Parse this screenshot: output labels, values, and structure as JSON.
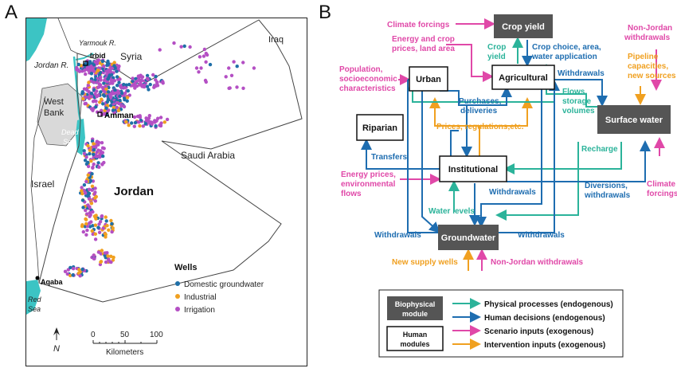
{
  "panels": {
    "a": "A",
    "b": "B"
  },
  "map": {
    "labels": {
      "iraq": "Iraq",
      "syria": "Syria",
      "yarmouk": "Yarmouk R.",
      "jordan_river": "Jordan R.",
      "irbid": "Irbid",
      "west_bank_1": "West",
      "west_bank_2": "Bank",
      "amman": "Amman",
      "dead_sea_1": "Dead",
      "dead_sea_2": "Sea",
      "saudi": "Saudi Arabia",
      "israel": "Israel",
      "jordan": "Jordan",
      "aqaba": "Aqaba",
      "red_sea_1": "Red",
      "red_sea_2": "Sea"
    },
    "legend": {
      "title": "Wells",
      "items": [
        {
          "label": "Domestic groundwater",
          "color": "#1f6fa8"
        },
        {
          "label": "Industrial",
          "color": "#f0a020"
        },
        {
          "label": "Irrigation",
          "color": "#b44fc4"
        }
      ]
    },
    "north": "N",
    "scale": {
      "ticks": [
        "0",
        "50",
        "100"
      ],
      "unit": "Kilometers"
    },
    "colors": {
      "water": "#3cc4c4",
      "wb": "#d9d9d9"
    }
  },
  "diagram": {
    "colors": {
      "physical": "#2bb39a",
      "human": "#1e6db0",
      "scenario": "#e048a8",
      "intervention": "#f0a020",
      "biophysical_fill": "#555555"
    },
    "nodes": {
      "crop_yield": "Crop yield",
      "urban": "Urban",
      "agricultural": "Agricultural",
      "riparian": "Riparian",
      "surface_water": "Surface water",
      "institutional": "Institutional",
      "groundwater": "Groundwater"
    },
    "labels": {
      "climate_forcings_top": "Climate forcings",
      "energy_crop_1": "Energy and crop",
      "energy_crop_2": "prices, land area",
      "population_1": "Population,",
      "population_2": "socioeconomic",
      "population_3": "characteristics",
      "crop_yield_lbl_1": "Crop",
      "crop_yield_lbl_2": "yield",
      "crop_choice_1": "Crop choice, area,",
      "crop_choice_2": "water application",
      "non_jordan_top_1": "Non-Jordan",
      "non_jordan_top_2": "withdrawals",
      "pipeline_1": "Pipeline",
      "pipeline_2": "capacities,",
      "pipeline_3": "new sources",
      "withdrawals_ag": "Withdrawals",
      "purchases_1": "Purchases,",
      "purchases_2": "deliveries",
      "flows_1": "Flows,",
      "flows_2": "storage",
      "flows_3": "volumes",
      "prices_regs": "Prices, regulations,etc.",
      "transfers": "Transfers",
      "recharge": "Recharge",
      "energy_env_1": "Energy prices,",
      "energy_env_2": "environmental",
      "energy_env_3": "flows",
      "withdrawals_inst": "Withdrawals",
      "diversions_1": "Diversions,",
      "diversions_2": "withdrawals",
      "climate_forcings_right_1": "Climate",
      "climate_forcings_right_2": "forcings",
      "water_levels": "Water levels",
      "withdrawals_left": "Withdrawals",
      "withdrawals_right": "Withdrawals",
      "new_supply": "New supply wells",
      "non_jordan_bottom": "Non-Jordan withdrawals"
    },
    "legend": {
      "biophysical_1": "Biophysical",
      "biophysical_2": "module",
      "human_1": "Human",
      "human_2": "modules",
      "items": [
        {
          "label": "Physical processes (endogenous)",
          "color": "#2bb39a"
        },
        {
          "label": "Human decisions (endogenous)",
          "color": "#1e6db0"
        },
        {
          "label": "Scenario inputs (exogenous)",
          "color": "#e048a8"
        },
        {
          "label": "Intervention inputs (exogenous)",
          "color": "#f0a020"
        }
      ]
    }
  }
}
